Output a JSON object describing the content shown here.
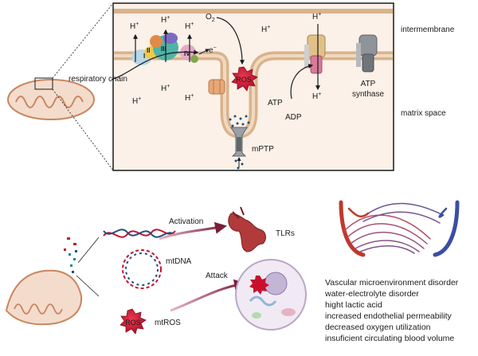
{
  "membrane_panel": {
    "intermembrane_label": "intermembrane",
    "matrix_label": "matrix space",
    "respiratory_chain_label": "respiratory chain",
    "complex_labels": [
      "I",
      "II",
      "III",
      "IV"
    ],
    "proton": "H",
    "proton_charge": "+",
    "oxygen": "O",
    "oxygen_subscript": "2",
    "electron": "e",
    "electron_charge": "−",
    "ros_label": "ROS",
    "atp_label": "ATP",
    "adp_label": "ADP",
    "atp_synthase_label_line1": "ATP",
    "atp_synthase_label_line2": "synthase",
    "mptp_label": "mPTP"
  },
  "lower_panel": {
    "activation_label": "Activation",
    "tlrs_label": "TLRs",
    "mtdna_label": "mtDNA",
    "attack_label": "Attack",
    "ros_badge": "ROS",
    "mtros_label": "mtROS"
  },
  "outcomes": [
    "Vascular microenvironment disorder",
    "water-electrolyte disorder",
    "hight lactic acid",
    "increased endothelial permeability",
    "decreased oxygen utilization",
    "insuficient circulating blood volume"
  ],
  "colors": {
    "membrane": "#d9b38c",
    "membrane_inner": "#f1d9c0",
    "panel_bg": "#fbf1e8",
    "ros_red": "#c8102e",
    "arrow_dark_red": "#7a1f3a",
    "artery_red": "#c0392b",
    "vein_blue": "#3a4fa3",
    "tlr_red": "#b23a3a"
  }
}
